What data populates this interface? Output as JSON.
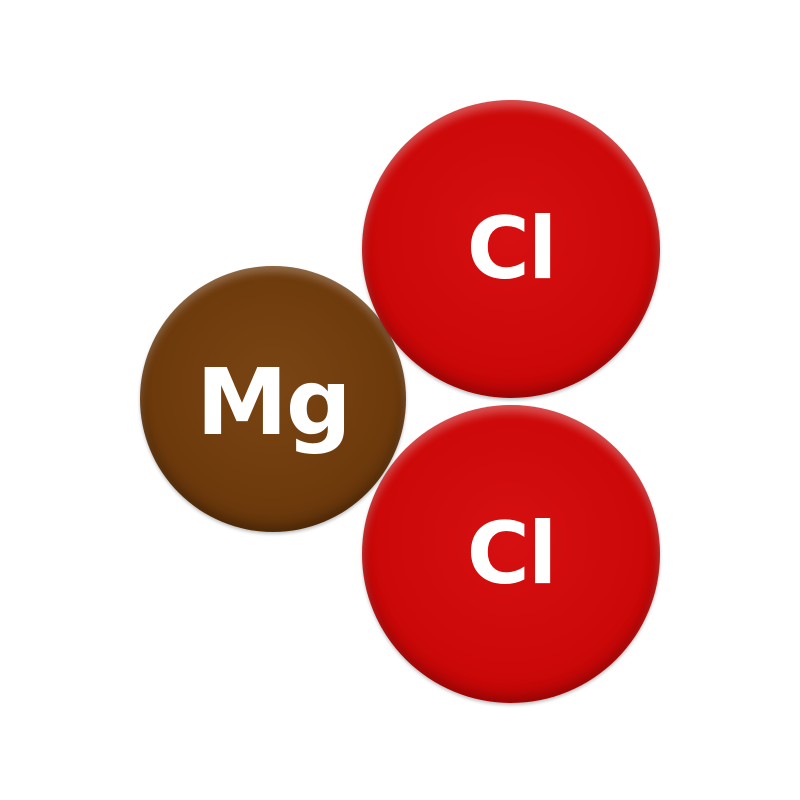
{
  "molecule": {
    "atoms": [
      {
        "id": "mg",
        "symbol": "Mg",
        "color": "#6d3a0c"
      },
      {
        "id": "cl-top",
        "symbol": "Cl",
        "color": "#cc0808"
      },
      {
        "id": "cl-bottom",
        "symbol": "Cl",
        "color": "#cc0808"
      }
    ]
  },
  "colors": {
    "background": "#ffffff",
    "label": "#ffffff"
  }
}
